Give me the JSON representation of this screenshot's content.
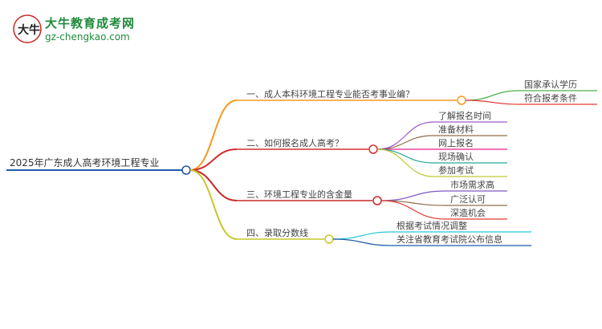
{
  "logo": {
    "brand": "大牛教育成考网",
    "site": "gz-chengkao.com",
    "glyph": "大牛"
  },
  "mindmap": {
    "root": "2025年广东成人高考环境工程专业",
    "branches": [
      {
        "label": "一、成人本科环境工程专业能否考事业编？",
        "color": "#f59a23",
        "children": [
          {
            "label": "国家承认学历",
            "color": "#4caf50"
          },
          {
            "label": "符合报考条件",
            "color": "#e53935"
          }
        ]
      },
      {
        "label": "二、如何报名成人高考？",
        "color": "#d32f2f",
        "children": [
          {
            "label": "了解报名时间",
            "color": "#9c5bd0"
          },
          {
            "label": "准备材料",
            "color": "#8d6e4a"
          },
          {
            "label": "网上报名",
            "color": "#e91e8c"
          },
          {
            "label": "现场确认",
            "color": "#26a69a"
          },
          {
            "label": "参加考试",
            "color": "#c0ca33"
          }
        ]
      },
      {
        "label": "三、环境工程专业的含金量",
        "color": "#c62828",
        "children": [
          {
            "label": "市场需求高",
            "color": "#7e57c2"
          },
          {
            "label": "广泛认可",
            "color": "#8d6e4a"
          },
          {
            "label": "深造机会",
            "color": "#e53935"
          }
        ]
      },
      {
        "label": "四、录取分数线",
        "color": "#c6c72a",
        "children": [
          {
            "label": "根据考试情况调整",
            "color": "#26c6da"
          },
          {
            "label": "关注省教育考试院公布信息",
            "color": "#1e5aa8"
          }
        ]
      }
    ]
  }
}
